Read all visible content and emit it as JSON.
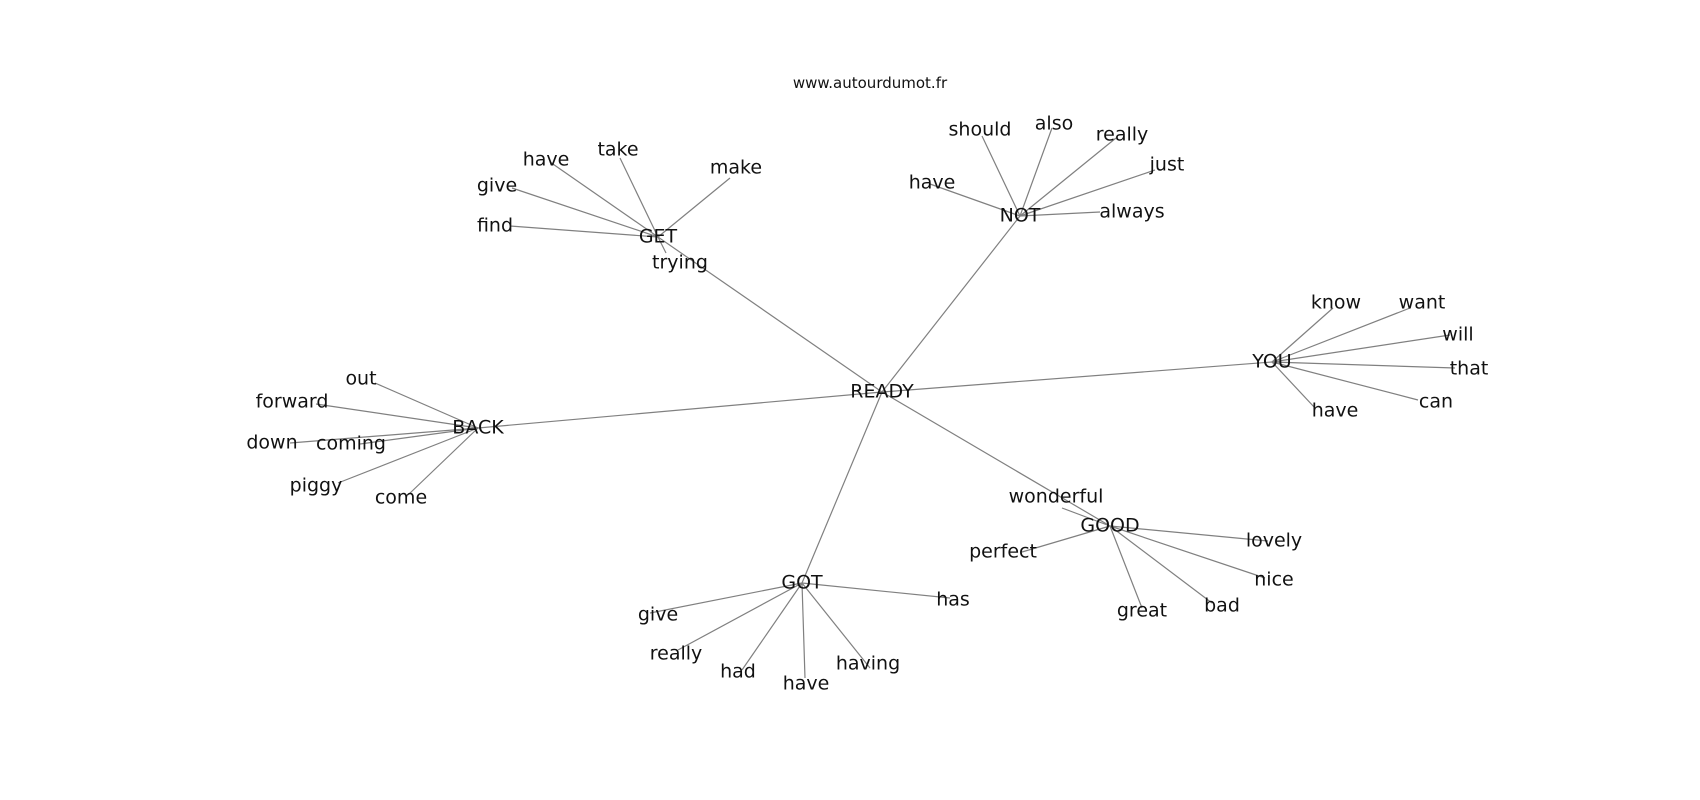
{
  "source_text": "www.autourdumot.fr",
  "center": "READY",
  "clusters": [
    {
      "hub": "GET",
      "words": [
        "take",
        "have",
        "give",
        "find",
        "trying",
        "make"
      ]
    },
    {
      "hub": "NOT",
      "words": [
        "should",
        "also",
        "really",
        "just",
        "have",
        "always"
      ]
    },
    {
      "hub": "YOU",
      "words": [
        "know",
        "want",
        "will",
        "that",
        "can",
        "have"
      ]
    },
    {
      "hub": "BACK",
      "words": [
        "out",
        "forward",
        "down",
        "coming",
        "piggy",
        "come"
      ]
    },
    {
      "hub": "GOOD",
      "words": [
        "wonderful",
        "perfect",
        "lovely",
        "nice",
        "bad",
        "great"
      ]
    },
    {
      "hub": "GOT",
      "words": [
        "give",
        "really",
        "had",
        "have",
        "having",
        "has"
      ]
    }
  ]
}
